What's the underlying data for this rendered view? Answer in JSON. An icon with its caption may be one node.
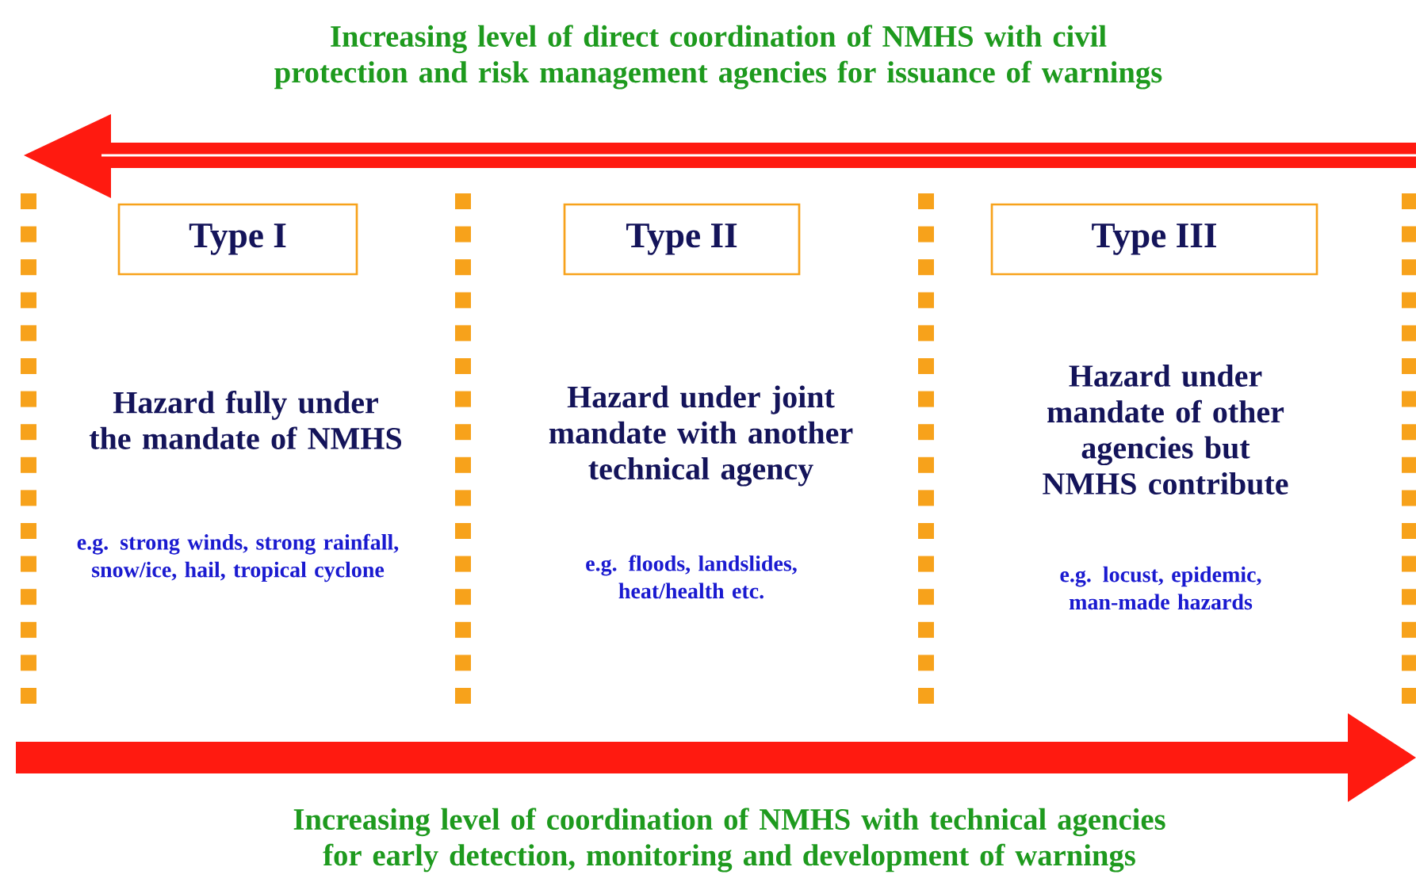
{
  "diagram": {
    "nodes": [
      {
        "text": [
          "Type I"
        ]
      },
      {
        "text": [
          "Type II"
        ]
      },
      {
        "text": [
          "Type III"
        ]
      }
    ],
    "labels": [
      "Increasing level of direct coordination of NMHS with civil protection and risk management agencies for issuance of warnings",
      "Hazard fully under the mandate of NMHS",
      "e.g. strong winds, strong rainfall, snow/ice, hail, tropical cyclone",
      "Hazard under joint mandate with another technical agency",
      "e.g. floods, landslides, heat/health etc.",
      "Hazard under mandate of other agencies but NMHS contribute",
      "e.g. locust, epidemic, man-made hazards",
      "Increasing level of coordination of NMHS with technical agencies for early detection, monitoring and development of warnings"
    ]
  }
}
